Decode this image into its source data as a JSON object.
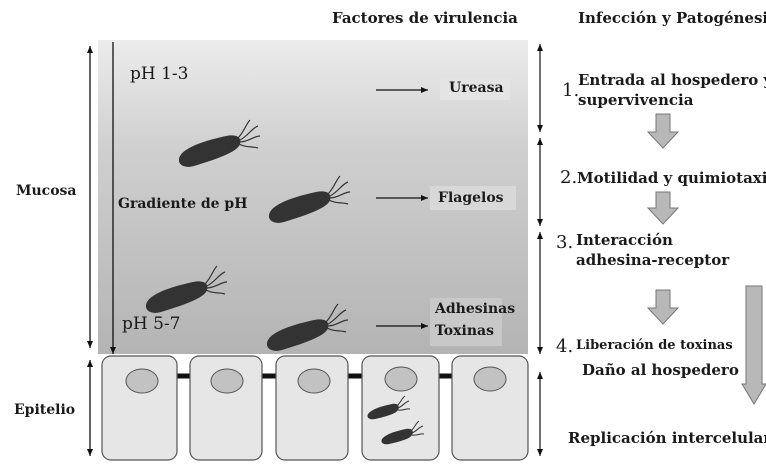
{
  "headers": {
    "virulence": "Factores de virulencia",
    "infection": "Infección y Patogénesis"
  },
  "regions": {
    "mucosa": "Mucosa",
    "epitelio": "Epitelio"
  },
  "gradient": {
    "ph_top": "pH 1-3",
    "ph_bottom": "pH 5-7",
    "label": "Gradiente de pH"
  },
  "factors": {
    "ureasa": "Ureasa",
    "flagelos": "Flagelos",
    "adhesinas": "Adhesinas",
    "toxinas": "Toxinas"
  },
  "steps": [
    {
      "num": "1.",
      "line1": "Entrada al hospedero y",
      "line2": "supervivencia"
    },
    {
      "num": "2.",
      "line1": "Motilidad y quimiotaxis",
      "line2": ""
    },
    {
      "num": "3.",
      "line1": "Interacción",
      "line2": "adhesina-receptor"
    },
    {
      "num": "4.",
      "line1": "Liberación de toxinas",
      "line2": ""
    }
  ],
  "outcomes": {
    "damage": "Daño al hospedero",
    "replication": "Replicación intercelular?"
  },
  "colors": {
    "mucus_top": "#ececec",
    "mucus_bottom": "#b4b4b4",
    "cell_fill": "#e6e6e6",
    "nucleus_fill": "#c2c2c2",
    "bacteria": "#333333",
    "arrow_fill": "#b8b8b8"
  }
}
